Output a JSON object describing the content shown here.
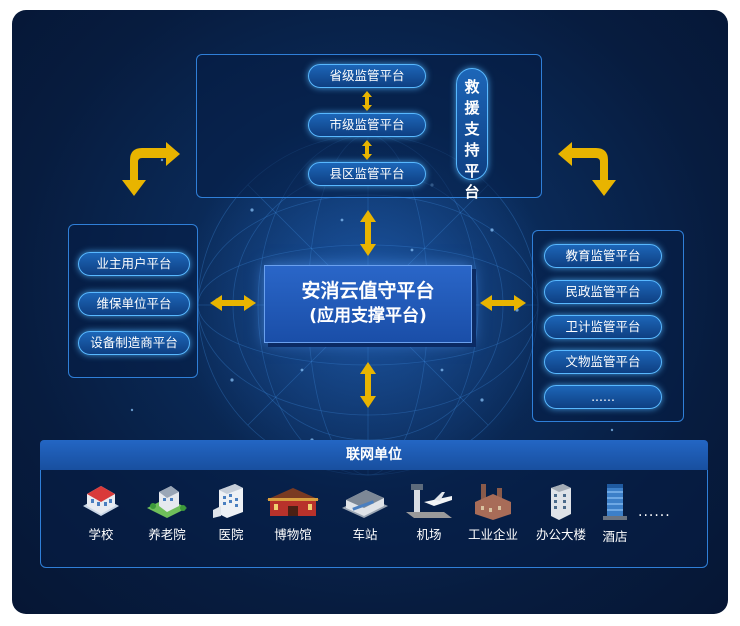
{
  "top_group": {
    "levels": [
      "省级监管平台",
      "市级监管平台",
      "县区监管平台"
    ],
    "rescue": "救援支持平台"
  },
  "center": {
    "title": "安消云值守平台",
    "subtitle": "(应用支撑平台)"
  },
  "left_group": {
    "items": [
      "业主用户平台",
      "维保单位平台",
      "设备制造商平台"
    ]
  },
  "right_group": {
    "items": [
      "教育监管平台",
      "民政监管平台",
      "卫计监管平台",
      "文物监管平台",
      "......"
    ]
  },
  "bottom_group": {
    "title": "联网单位",
    "units": [
      {
        "label": "学校",
        "icon": "school-icon"
      },
      {
        "label": "养老院",
        "icon": "nursing-home-icon"
      },
      {
        "label": "医院",
        "icon": "hospital-icon"
      },
      {
        "label": "博物馆",
        "icon": "museum-icon"
      },
      {
        "label": "车站",
        "icon": "station-icon"
      },
      {
        "label": "机场",
        "icon": "airport-icon"
      },
      {
        "label": "工业企业",
        "icon": "factory-icon"
      },
      {
        "label": "办公大楼",
        "icon": "office-building-icon"
      },
      {
        "label": "酒店",
        "icon": "hotel-icon"
      }
    ],
    "more": "......"
  },
  "colors": {
    "arrow": "#e8b400",
    "frame_border": "#2f7fd8",
    "pill_glow": "#58b8ff",
    "center_box": "#2a66c8"
  }
}
